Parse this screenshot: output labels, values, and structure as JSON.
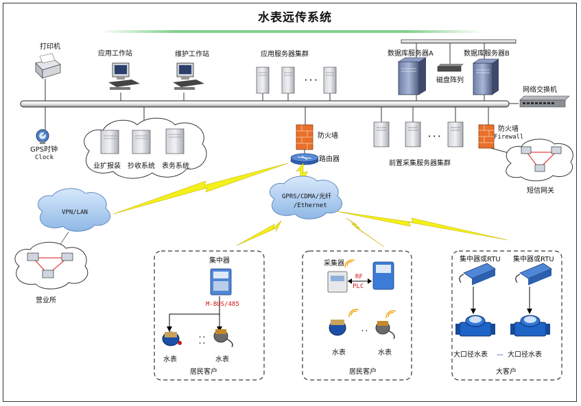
{
  "title": "水表远传系统",
  "top_devices": {
    "printer": "打印机",
    "app_workstation": "应用工作站",
    "maint_workstation": "维护工作站",
    "app_server_cluster": "应用服务器集群",
    "db_server_a": "数据库服务器A",
    "db_server_b": "数据库服务器B",
    "disk_array": "磁盘阵列",
    "network_switch": "网络交换机",
    "ellipsis": "· · ·"
  },
  "gps_clock": {
    "label": "GPS时钟",
    "sublabel": "Clock"
  },
  "business_cloud": {
    "items": [
      "业扩报装",
      "抄收系统",
      "表务系统"
    ]
  },
  "firewall_center": "防火墙",
  "router": "路由器",
  "front_cluster": {
    "label": "前置采集服务器集群",
    "ellipsis": "· · ·"
  },
  "firewall_right": {
    "label": "防火墙",
    "sublabel": "Firewall"
  },
  "sms_gateway": "短信网关",
  "vpn_cloud": "VPN/LAN",
  "gprs_cloud": {
    "line1": "GPRS/CDMA/光纤",
    "line2": "/Ethernet"
  },
  "business_office": "营业所",
  "box1": {
    "concentrator": "集中器",
    "bus": "M-BUS/485",
    "meter_left": "水表",
    "meter_right": "水表",
    "dots": "· ·\n· ·",
    "footer": "居民客户"
  },
  "box2": {
    "collector": "采集器",
    "rf": "RF",
    "plc": "PLC",
    "meter_left": "水表",
    "meter_right": "水表",
    "dots": "· ·",
    "footer": "居民客户"
  },
  "box3": {
    "rtu_left": "集中器或RTU",
    "rtu_right": "集中器或RTU",
    "meter_left": "大口径水表",
    "dash": "—",
    "meter_right": "大口径水表",
    "footer": "大客户"
  },
  "colors": {
    "bus_line": "#1a1a1a",
    "lightning": "#f3f01a",
    "lightning_stroke": "#c8b400",
    "cloud_blue": "#b6d3f2",
    "title_rule": "#7fd08a",
    "red_link": "#e01010"
  }
}
